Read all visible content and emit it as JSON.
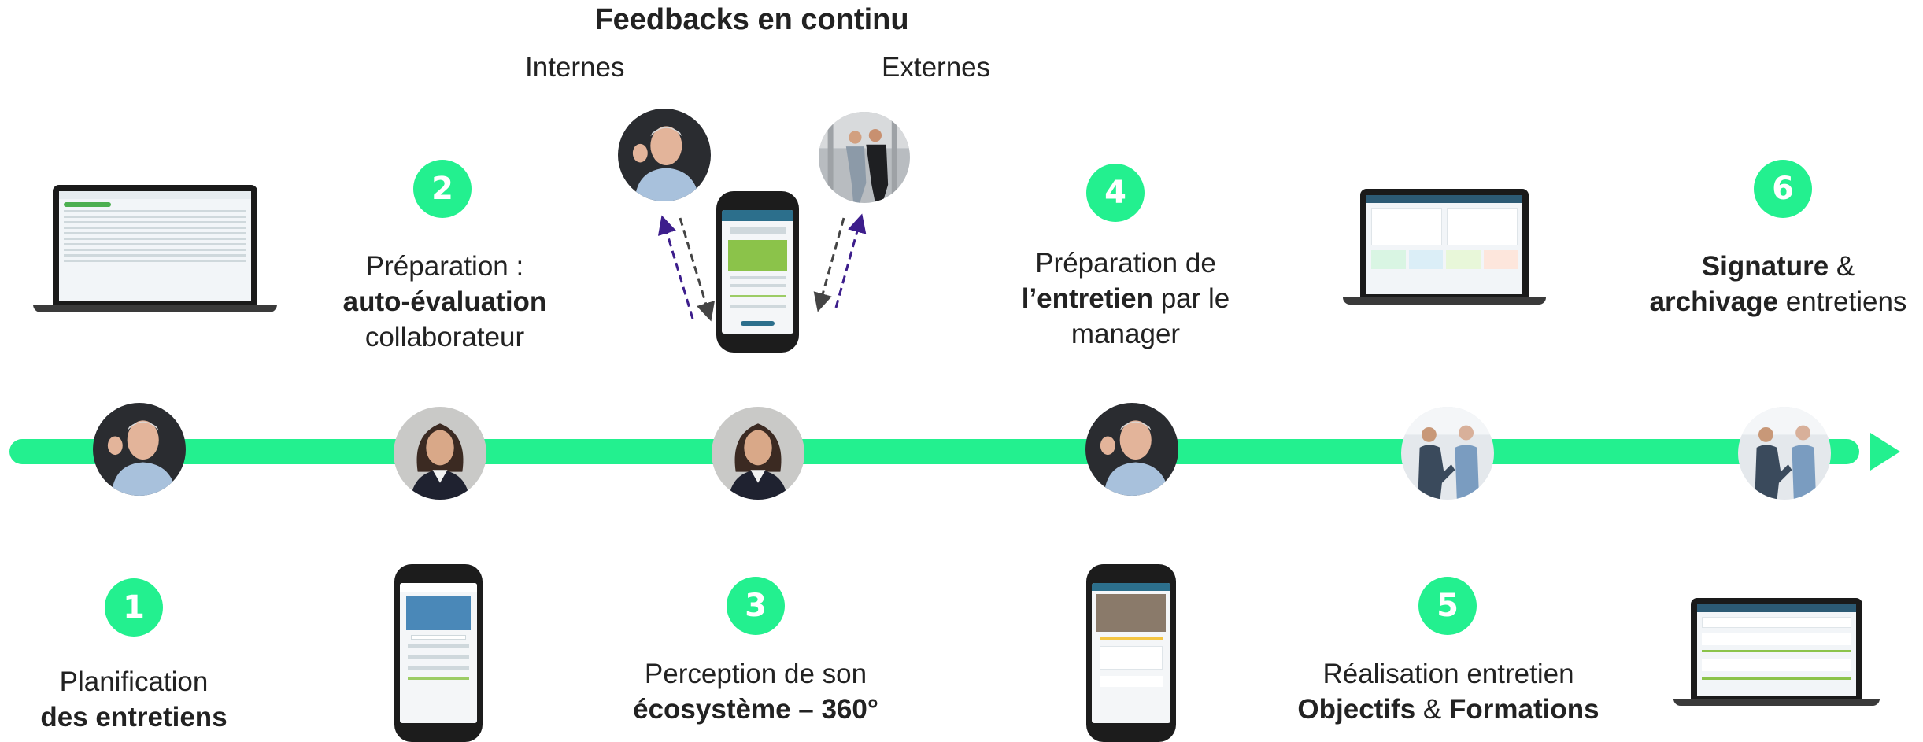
{
  "colors": {
    "accent": "#23f08f",
    "arrow_purple": "#3d1e8c",
    "arrow_gray": "#444444",
    "text": "#222222"
  },
  "feedback": {
    "title": "Feedbacks en continu",
    "internal_label": "Internes",
    "external_label": "Externes"
  },
  "steps": [
    {
      "number": "1",
      "line1": "Planification",
      "line2_bold": "des entretiens"
    },
    {
      "number": "2",
      "line1": "Préparation :",
      "line2_bold": "auto-évaluation",
      "line3": "collaborateur"
    },
    {
      "number": "3",
      "line1": "Perception de son",
      "line2_bold": "écosystème",
      "line2_rest": " – 360°"
    },
    {
      "number": "4",
      "line1": "Préparation de",
      "line2_bold": "l’entretien",
      "line2_rest": " par le",
      "line3": "manager"
    },
    {
      "number": "5",
      "line1": "Réalisation entretien",
      "line2_bold_a": "Objectifs",
      "line2_mid": " & ",
      "line2_bold_b": "Formations"
    },
    {
      "number": "6",
      "line1_bold": "Signature",
      "line1_rest": " &",
      "line2_bold": "archivage",
      "line2_rest": " entretiens"
    }
  ],
  "icons": {
    "manager_photo": "manager-portrait-icon",
    "employee_photo": "employee-portrait-icon",
    "handshake_photo": "handshake-photo-icon",
    "walking_photo": "colleagues-walking-icon",
    "laptop": "laptop-icon",
    "phone": "smartphone-icon",
    "timeline_arrow": "arrow-right-icon"
  }
}
